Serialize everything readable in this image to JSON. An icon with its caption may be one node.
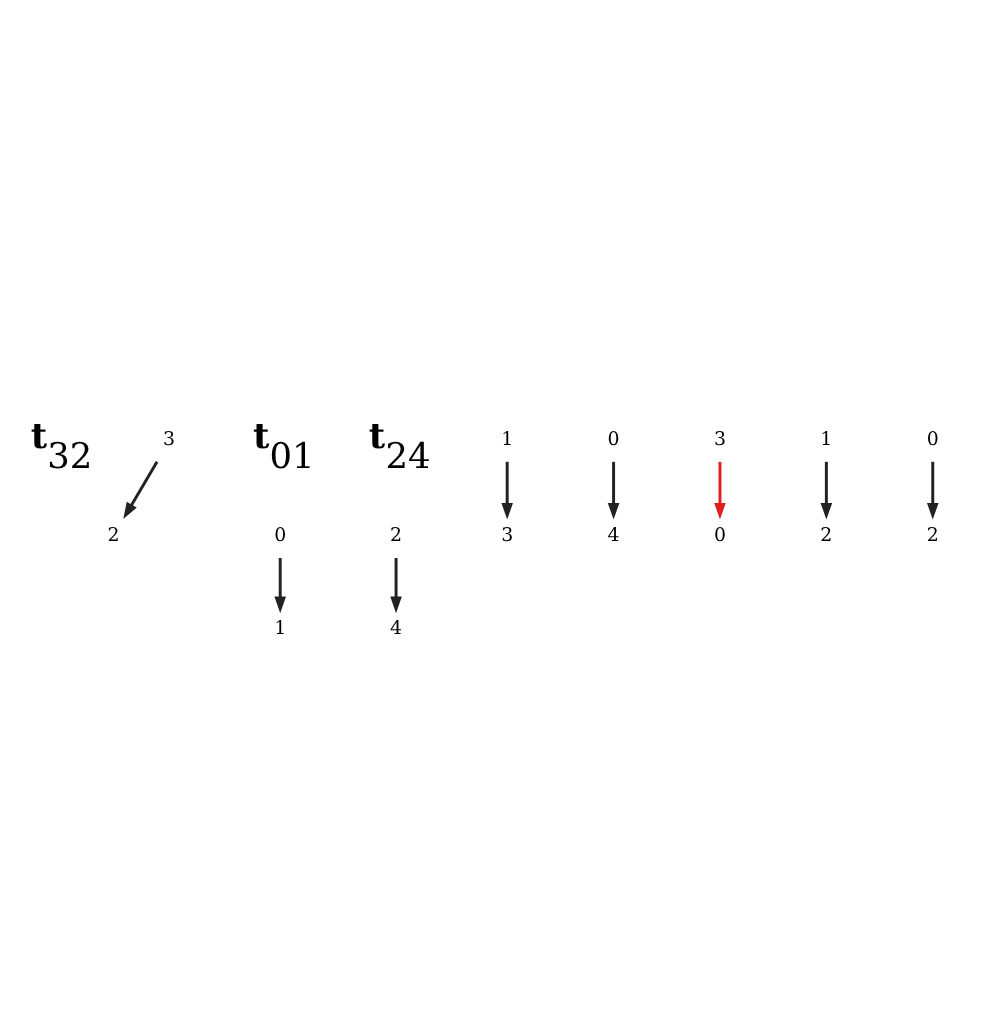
{
  "diagram": {
    "nodes": [
      {
        "text": [
          "2"
        ]
      },
      {
        "text": [
          "1"
        ]
      },
      {
        "text": [
          "2"
        ]
      },
      {
        "text": [
          "4"
        ]
      },
      {
        "text": [
          "0"
        ]
      },
      {
        "text": [
          "3"
        ]
      },
      {
        "text": [
          "1"
        ]
      },
      {
        "text": [
          "0"
        ]
      },
      {
        "text": [
          "3"
        ]
      },
      {
        "text": [
          "1"
        ]
      },
      {
        "text": [
          "0"
        ]
      },
      {
        "text": [
          "0"
        ]
      },
      {
        "text": [
          "2"
        ]
      },
      {
        "text": [
          "2"
        ]
      },
      {
        "text": [
          "3"
        ]
      },
      {
        "text": [
          "4"
        ]
      }
    ],
    "edges": [
      {
        "from": 5,
        "to": 0,
        "arrow": "to"
      },
      {
        "from": 4,
        "to": 1,
        "arrow": "to"
      },
      {
        "from": 2,
        "to": 3,
        "arrow": "to"
      },
      {
        "from": 6,
        "to": 14,
        "arrow": "to"
      },
      {
        "from": 7,
        "to": 15,
        "arrow": "to"
      },
      {
        "from": 9,
        "to": 13,
        "arrow": "to"
      },
      {
        "from": 8,
        "to": 10,
        "arrow": "to",
        "color": "#e02020"
      },
      {
        "from": 11,
        "to": 12,
        "arrow": "to"
      }
    ],
    "labels": [
      "**t**$_{32}$",
      "**t**$_{01}$",
      "**t**$_{24}$"
    ]
  }
}
